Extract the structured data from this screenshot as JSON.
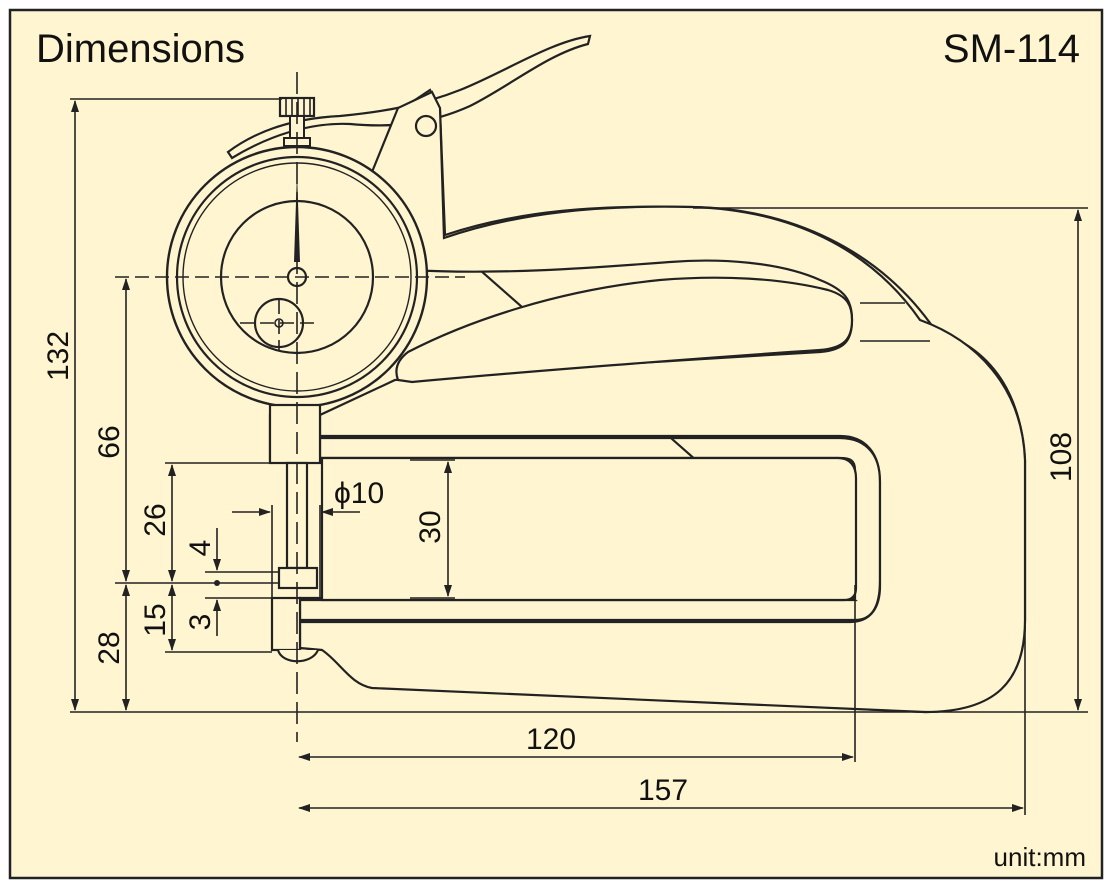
{
  "title": "Dimensions",
  "model": "SM-114",
  "unit": "unit:mm",
  "colors": {
    "background": "#fff5d0",
    "border": "#222222",
    "line": "#222222"
  },
  "dimensions": {
    "d132": "132",
    "d66": "66",
    "d28": "28",
    "d26": "26",
    "d15": "15",
    "d4": "4",
    "d3": "3",
    "d30": "30",
    "d108": "108",
    "phi10": "ϕ10",
    "d120": "120",
    "d157": "157"
  }
}
